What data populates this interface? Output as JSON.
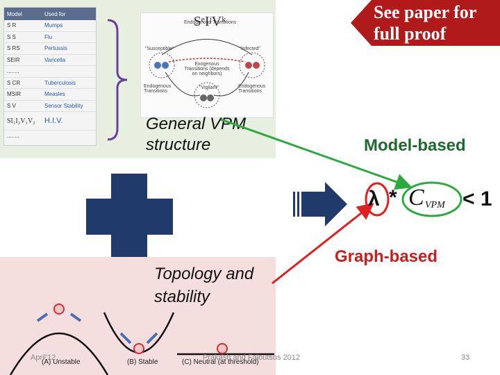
{
  "model_table": {
    "headers": [
      "Model",
      "Used for"
    ],
    "rows": [
      [
        "S R",
        "Mumps"
      ],
      [
        "S S",
        "Flu"
      ],
      [
        "S RS",
        "Pertussis"
      ],
      [
        "SEIR",
        "Varicella"
      ],
      [
        "........",
        ""
      ],
      [
        "S CR",
        "Tuberculosis"
      ],
      [
        "MSIR",
        "Measles"
      ],
      [
        "S V",
        "Sensor Stability"
      ],
      [
        "SI₁I₂V₁V₂",
        "H.I.V."
      ],
      [
        "........",
        ""
      ]
    ]
  },
  "vpm_figure": {
    "title": "SᵉIʲVᵏ",
    "labels": {
      "endogenous_top": "Endogenous Transitions",
      "susceptible": "\"Susceptible\"",
      "infected": "\"Infected\"",
      "exogenous": "Exogenous Transitions (depends on neighbors)",
      "endogenous_left": "Endogenous Transitions",
      "endogenous_right": "Endogenous Transitions",
      "vigilant": "\"Vigilant\""
    }
  },
  "callout": {
    "line1": "See paper for",
    "line2": "full proof"
  },
  "general_vpm_label": {
    "line1": "General VPM",
    "line2": "structure"
  },
  "topology_label": {
    "line1": "Topology and",
    "line2": "stability"
  },
  "model_based_label": "Model-based",
  "graph_based_label": "Graph-based",
  "formula": {
    "lambda": "λ",
    "star": "*",
    "c": "C",
    "sub": "VPM",
    "lt_one": "< 1"
  },
  "stability_captions": [
    "(A) Unstable",
    "(B) Stable",
    "(C) Neutral (at threshold)"
  ],
  "footer": {
    "date": "April'12",
    "author": "Prakash and Faloutsos 2012",
    "page": "33"
  },
  "colors": {
    "navy": "#1f3a6b",
    "green_arrow": "#2daa3e",
    "red_arrow": "#e02020",
    "callout_red": "#b01a1a"
  }
}
